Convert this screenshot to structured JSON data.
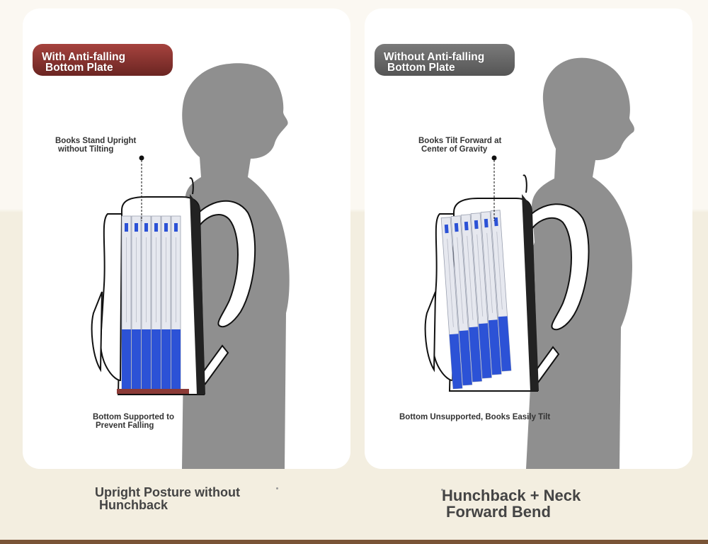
{
  "left_panel": {
    "badge": {
      "line1": "With Anti-falling",
      "line2": "Bottom Plate"
    },
    "top_note": {
      "line1": "Books Stand Upright",
      "line2": "without Tilting"
    },
    "bottom_note": {
      "line1": "Bottom Supported to",
      "line2": "Prevent Falling"
    },
    "caption": {
      "line1": "Upright Posture without",
      "line2": "Hunchback"
    }
  },
  "right_panel": {
    "badge": {
      "line1": "Without Anti-falling",
      "line2": "Bottom Plate"
    },
    "top_note": {
      "line1": "Books Tilt Forward at",
      "line2": "Center of Gravity"
    },
    "bottom_note": {
      "line1": "Bottom Unsupported, Books Easily Tilt"
    },
    "caption": {
      "line1": "Hunchback + Neck",
      "line2": "Forward Bend"
    }
  },
  "colors": {
    "silhouette": "#8f8f8f",
    "book_blue": "#2c52d6",
    "book_cover": "#e6e8ef",
    "anti_fall_plate": "#8b3a36",
    "bottom_bar": "#7a5436"
  }
}
